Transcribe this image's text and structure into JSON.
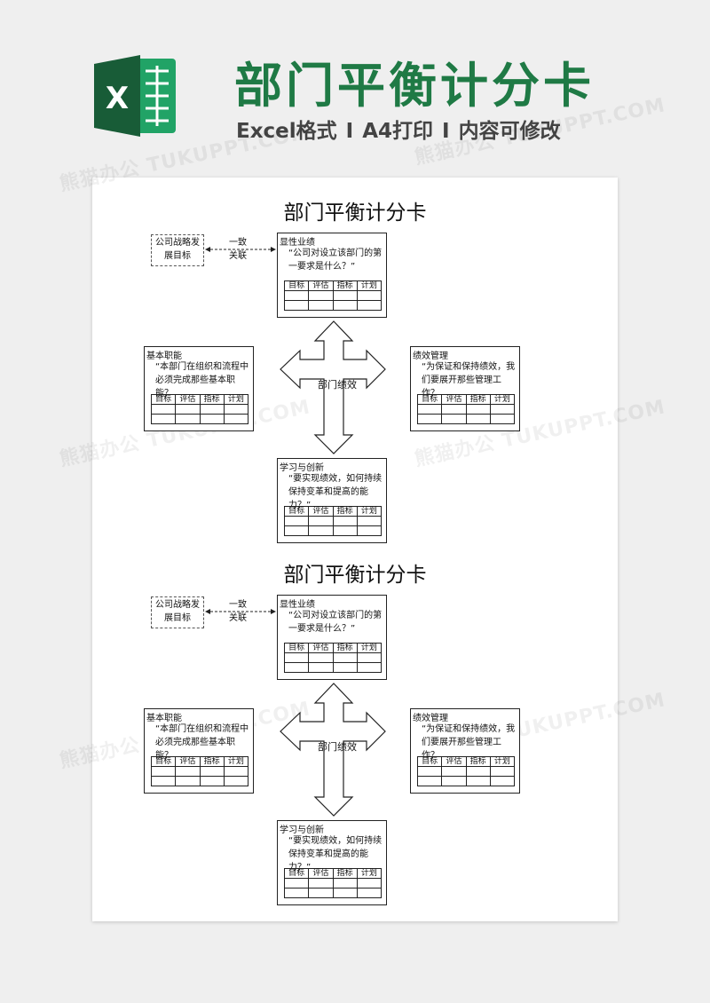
{
  "header": {
    "title": "部门平衡计分卡",
    "subtitle_parts": [
      "Excel格式",
      "A4打印",
      "内容可修改"
    ],
    "separator": "I",
    "logo_letter": "X",
    "brand_color": "#1f7a45"
  },
  "watermark_text": "熊猫办公 TUKUPPT.COM",
  "scorecards": [
    {
      "title": "部门平衡计分卡",
      "strategy_box": {
        "line1": "公司战略发",
        "line2": "展目标"
      },
      "link_label": {
        "line1": "一致",
        "line2": "关联"
      },
      "center": "部门绩效",
      "boxes": [
        {
          "title": "显性业绩",
          "question": "“公司对设立该部门的第一要求是什么？”",
          "columns": [
            "目标",
            "评估",
            "指标",
            "计划"
          ]
        },
        {
          "title": "基本职能",
          "question": "“本部门在组织和流程中必须完成那些基本职能？",
          "columns": [
            "目标",
            "评估",
            "指标",
            "计划"
          ]
        },
        {
          "title": "绩效管理",
          "question": "“为保证和保持绩效，我们要展开那些管理工作？",
          "columns": [
            "目标",
            "评估",
            "指标",
            "计划"
          ]
        },
        {
          "title": "学习与创新",
          "question": "“要实现绩效，如何持续保持变革和提高的能力？”",
          "columns": [
            "目标",
            "评估",
            "指标",
            "计划"
          ]
        }
      ]
    },
    {
      "title": "部门平衡计分卡",
      "strategy_box": {
        "line1": "公司战略发",
        "line2": "展目标"
      },
      "link_label": {
        "line1": "一致",
        "line2": "关联"
      },
      "center": "部门绩效",
      "boxes": [
        {
          "title": "显性业绩",
          "question": "“公司对设立该部门的第一要求是什么？”",
          "columns": [
            "目标",
            "评估",
            "指标",
            "计划"
          ]
        },
        {
          "title": "基本职能",
          "question": "“本部门在组织和流程中必须完成那些基本职能？",
          "columns": [
            "目标",
            "评估",
            "指标",
            "计划"
          ]
        },
        {
          "title": "绩效管理",
          "question": "“为保证和保持绩效，我们要展开那些管理工作？",
          "columns": [
            "目标",
            "评估",
            "指标",
            "计划"
          ]
        },
        {
          "title": "学习与创新",
          "question": "“要实现绩效，如何持续保持变革和提高的能力？”",
          "columns": [
            "目标",
            "评估",
            "指标",
            "计划"
          ]
        }
      ]
    }
  ]
}
